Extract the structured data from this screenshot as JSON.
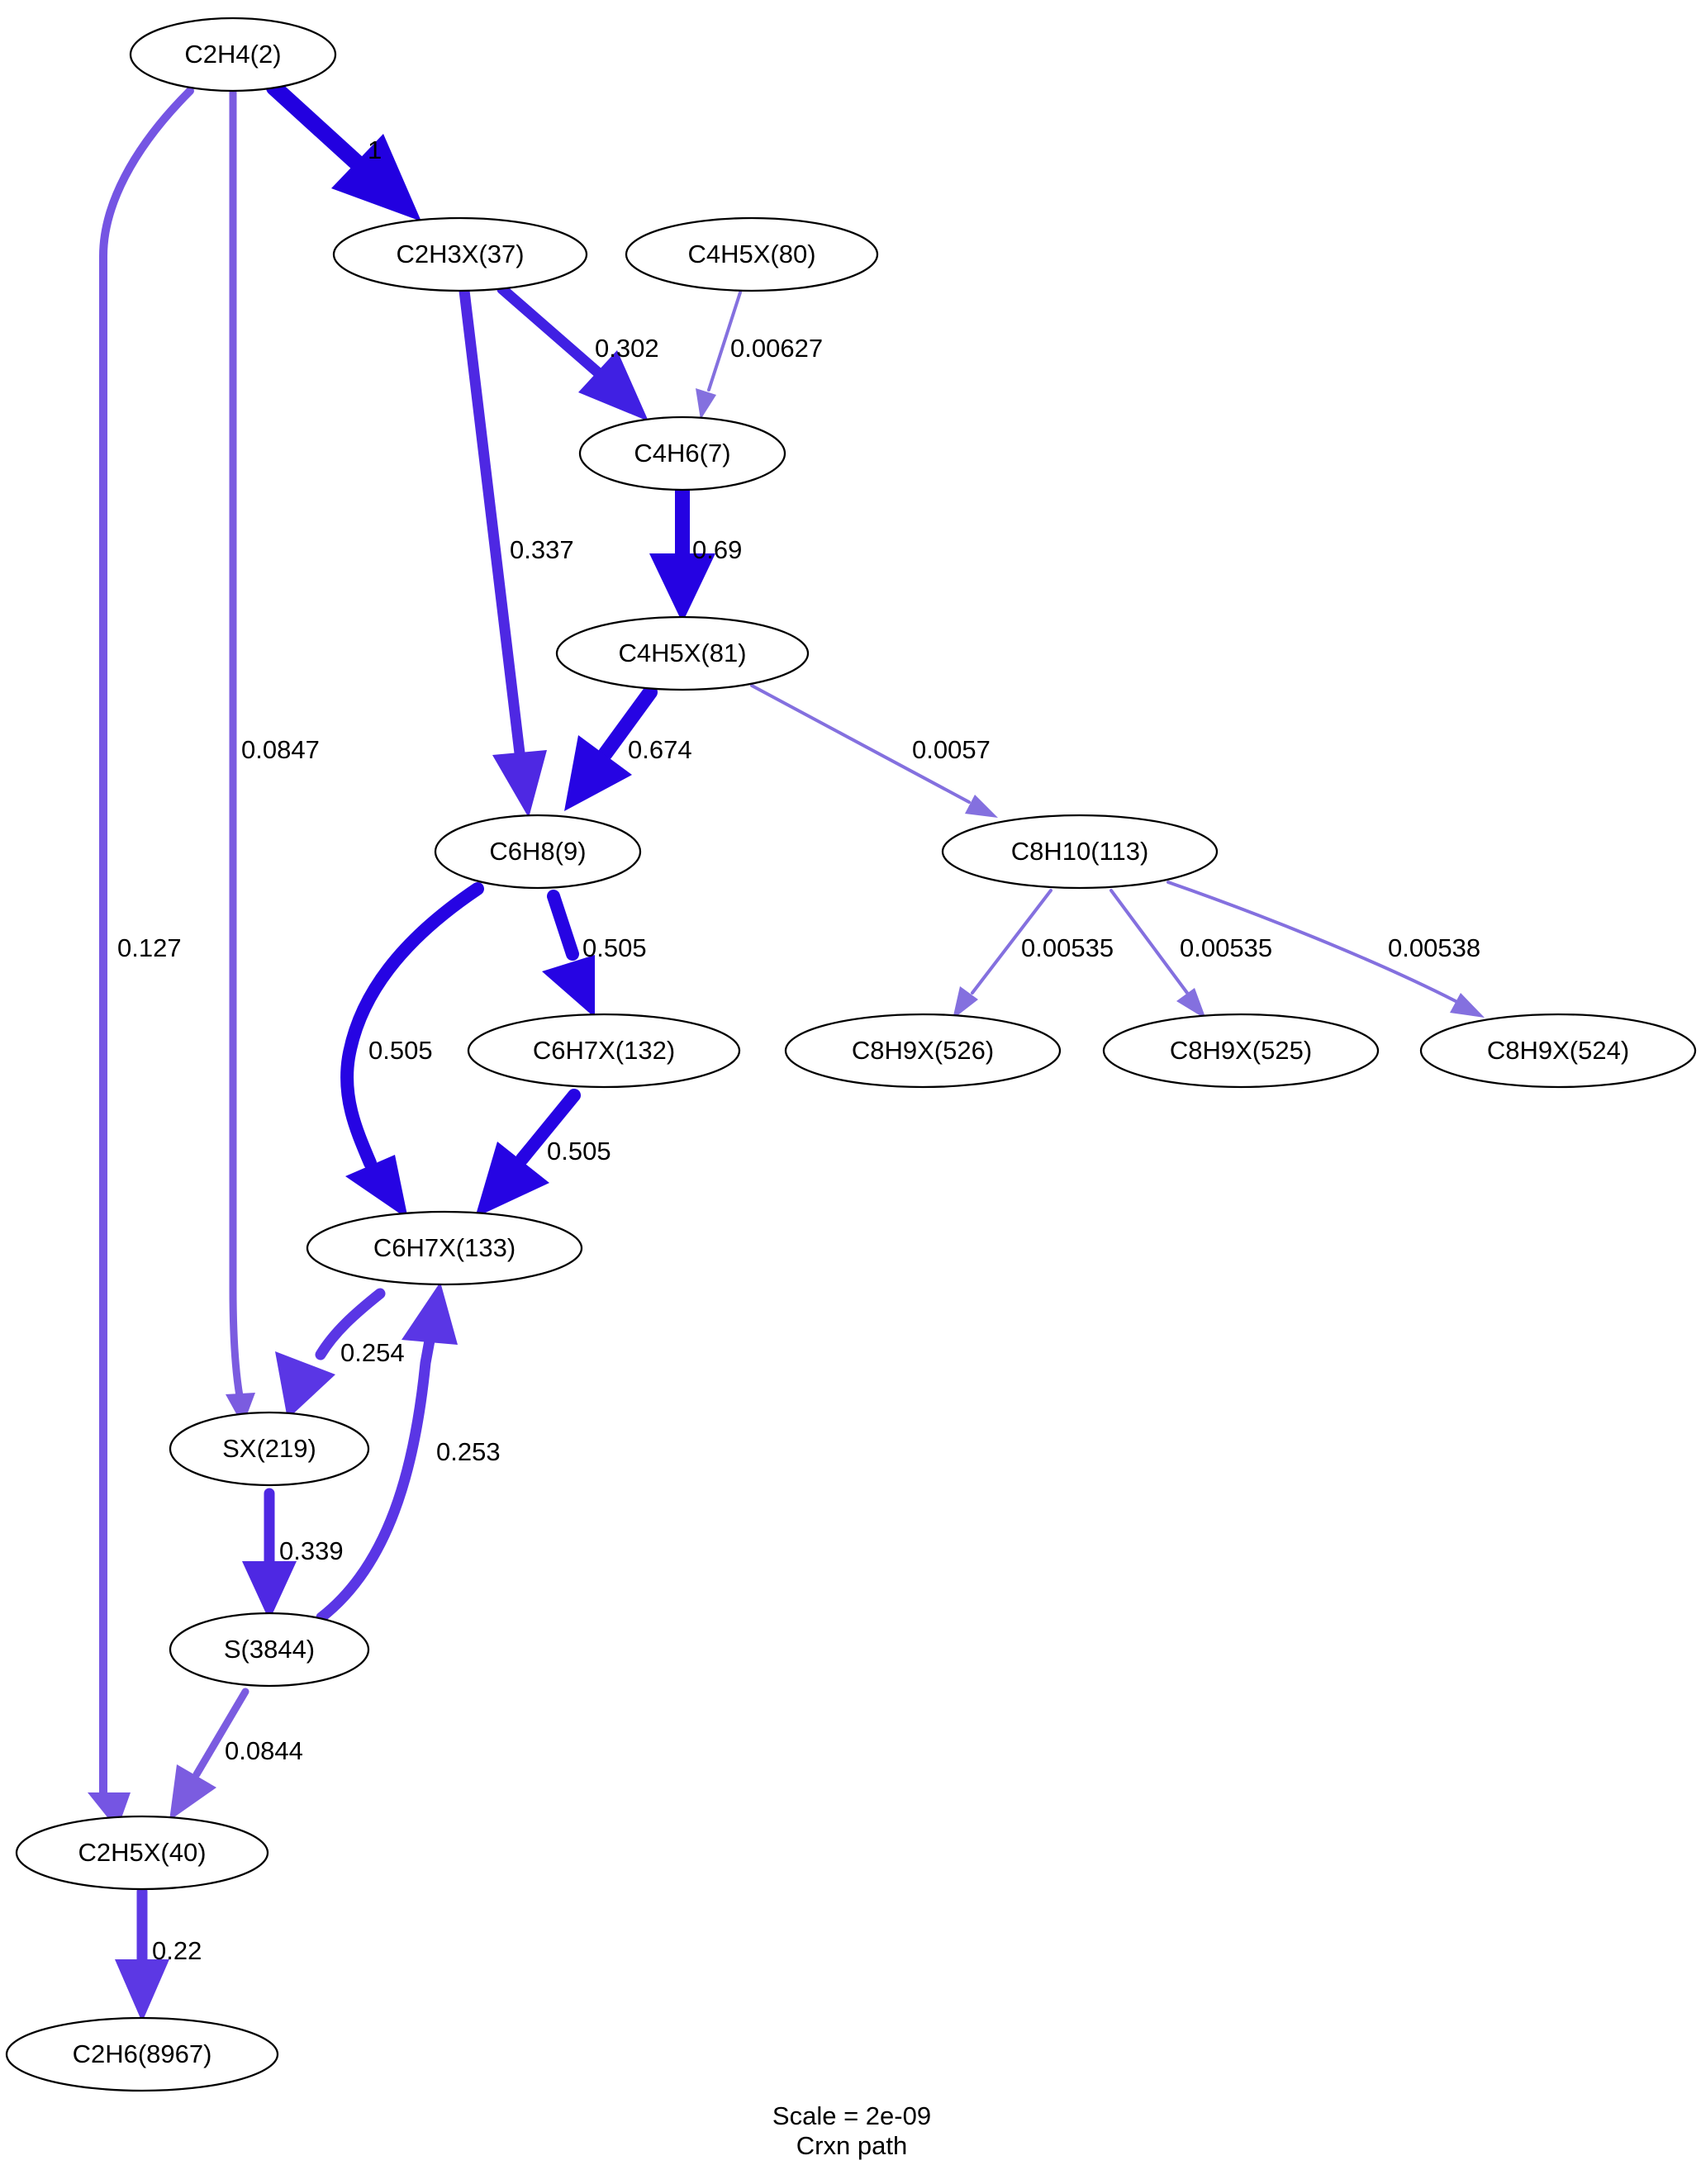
{
  "nodes": [
    {
      "id": "c2h4",
      "label": "C2H4(2)"
    },
    {
      "id": "c2h3x",
      "label": "C2H3X(37)"
    },
    {
      "id": "c4h5x80",
      "label": "C4H5X(80)"
    },
    {
      "id": "c4h6",
      "label": "C4H6(7)"
    },
    {
      "id": "c4h5x81",
      "label": "C4H5X(81)"
    },
    {
      "id": "c6h8",
      "label": "C6H8(9)"
    },
    {
      "id": "c8h10",
      "label": "C8H10(113)"
    },
    {
      "id": "c6h7x132",
      "label": "C6H7X(132)"
    },
    {
      "id": "c8h9x526",
      "label": "C8H9X(526)"
    },
    {
      "id": "c8h9x525",
      "label": "C8H9X(525)"
    },
    {
      "id": "c8h9x524",
      "label": "C8H9X(524)"
    },
    {
      "id": "c6h7x133",
      "label": "C6H7X(133)"
    },
    {
      "id": "sx219",
      "label": "SX(219)"
    },
    {
      "id": "s3844",
      "label": "S(3844)"
    },
    {
      "id": "c2h5x",
      "label": "C2H5X(40)"
    },
    {
      "id": "c2h6",
      "label": "C2H6(8967)"
    }
  ],
  "edges": [
    {
      "from": "c2h4",
      "to": "c2h3x",
      "label": "1",
      "color": "#2200e0"
    },
    {
      "from": "c2h3x",
      "to": "c4h6",
      "label": "0.302",
      "color": "#4020e3"
    },
    {
      "from": "c4h5x80",
      "to": "c4h6",
      "label": "0.00627",
      "color": "#8470df"
    },
    {
      "from": "c2h3x",
      "to": "c6h8",
      "label": "0.337",
      "color": "#4e28e3"
    },
    {
      "from": "c4h6",
      "to": "c4h5x81",
      "label": "0.69",
      "color": "#2502e2"
    },
    {
      "from": "c4h5x81",
      "to": "c6h8",
      "label": "0.674",
      "color": "#2604e3"
    },
    {
      "from": "c4h5x81",
      "to": "c8h10",
      "label": "0.0057",
      "color": "#8470df"
    },
    {
      "from": "c6h8",
      "to": "c6h7x132",
      "label": "0.505",
      "color": "#2604e3"
    },
    {
      "from": "c6h8",
      "to": "c6h7x133",
      "label": "0.505",
      "color": "#2604e3"
    },
    {
      "from": "c6h7x132",
      "to": "c6h7x133",
      "label": "0.505",
      "color": "#2604e3"
    },
    {
      "from": "c8h10",
      "to": "c8h9x526",
      "label": "0.00535",
      "color": "#8470df"
    },
    {
      "from": "c8h10",
      "to": "c8h9x525",
      "label": "0.00535",
      "color": "#8470df"
    },
    {
      "from": "c8h10",
      "to": "c8h9x524",
      "label": "0.00538",
      "color": "#8470df"
    },
    {
      "from": "c6h7x133",
      "to": "sx219",
      "label": "0.254",
      "color": "#5a36e5"
    },
    {
      "from": "s3844",
      "to": "c6h7x133",
      "label": "0.253",
      "color": "#5a36e5"
    },
    {
      "from": "c2h4",
      "to": "sx219",
      "label": "0.0847",
      "color": "#7b5ce0"
    },
    {
      "from": "sx219",
      "to": "s3844",
      "label": "0.339",
      "color": "#4e28e3"
    },
    {
      "from": "c2h4",
      "to": "c2h5x",
      "label": "0.127",
      "color": "#7555e3"
    },
    {
      "from": "s3844",
      "to": "c2h5x",
      "label": "0.0844",
      "color": "#7b5ce0"
    },
    {
      "from": "c2h5x",
      "to": "c2h6",
      "label": "0.22",
      "color": "#5c38e4"
    }
  ],
  "caption": {
    "line1": "Scale = 2e-09",
    "line2": "Crxn path"
  }
}
